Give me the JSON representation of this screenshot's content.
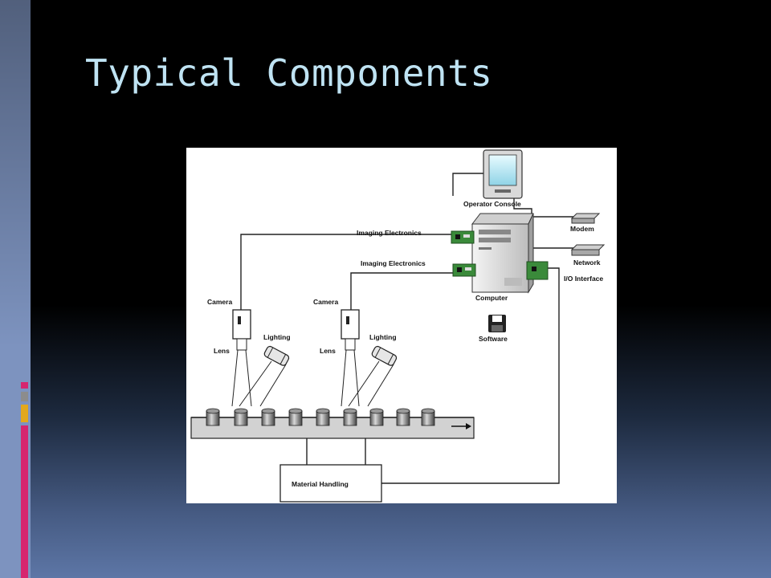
{
  "slide": {
    "title": "Typical Components",
    "colors": {
      "title": "#bfe3f3",
      "accent_pink": "#d6266f",
      "accent_gray": "#8c8c8c",
      "accent_gold": "#e3a81c",
      "side_band": "#7d93bf"
    }
  },
  "diagram": {
    "labels": {
      "operator_console": "Operator Console",
      "modem": "Modem",
      "network": "Network",
      "io_interface": "I/O Interface",
      "imaging_electronics_1": "Imaging Electronics",
      "imaging_electronics_2": "Imaging Electronics",
      "computer": "Computer",
      "software": "Software",
      "camera_1": "Camera",
      "lens_1": "Lens",
      "lighting_1": "Lighting",
      "camera_2": "Camera",
      "lens_2": "Lens",
      "lighting_2": "Lighting",
      "material_handling": "Material Handling"
    },
    "icons": [
      "monitor-icon",
      "computer-tower-icon",
      "modem-icon",
      "network-icon",
      "floppy-disk-icon",
      "camera-icon",
      "lighting-icon",
      "conveyor-arrow-icon"
    ]
  }
}
